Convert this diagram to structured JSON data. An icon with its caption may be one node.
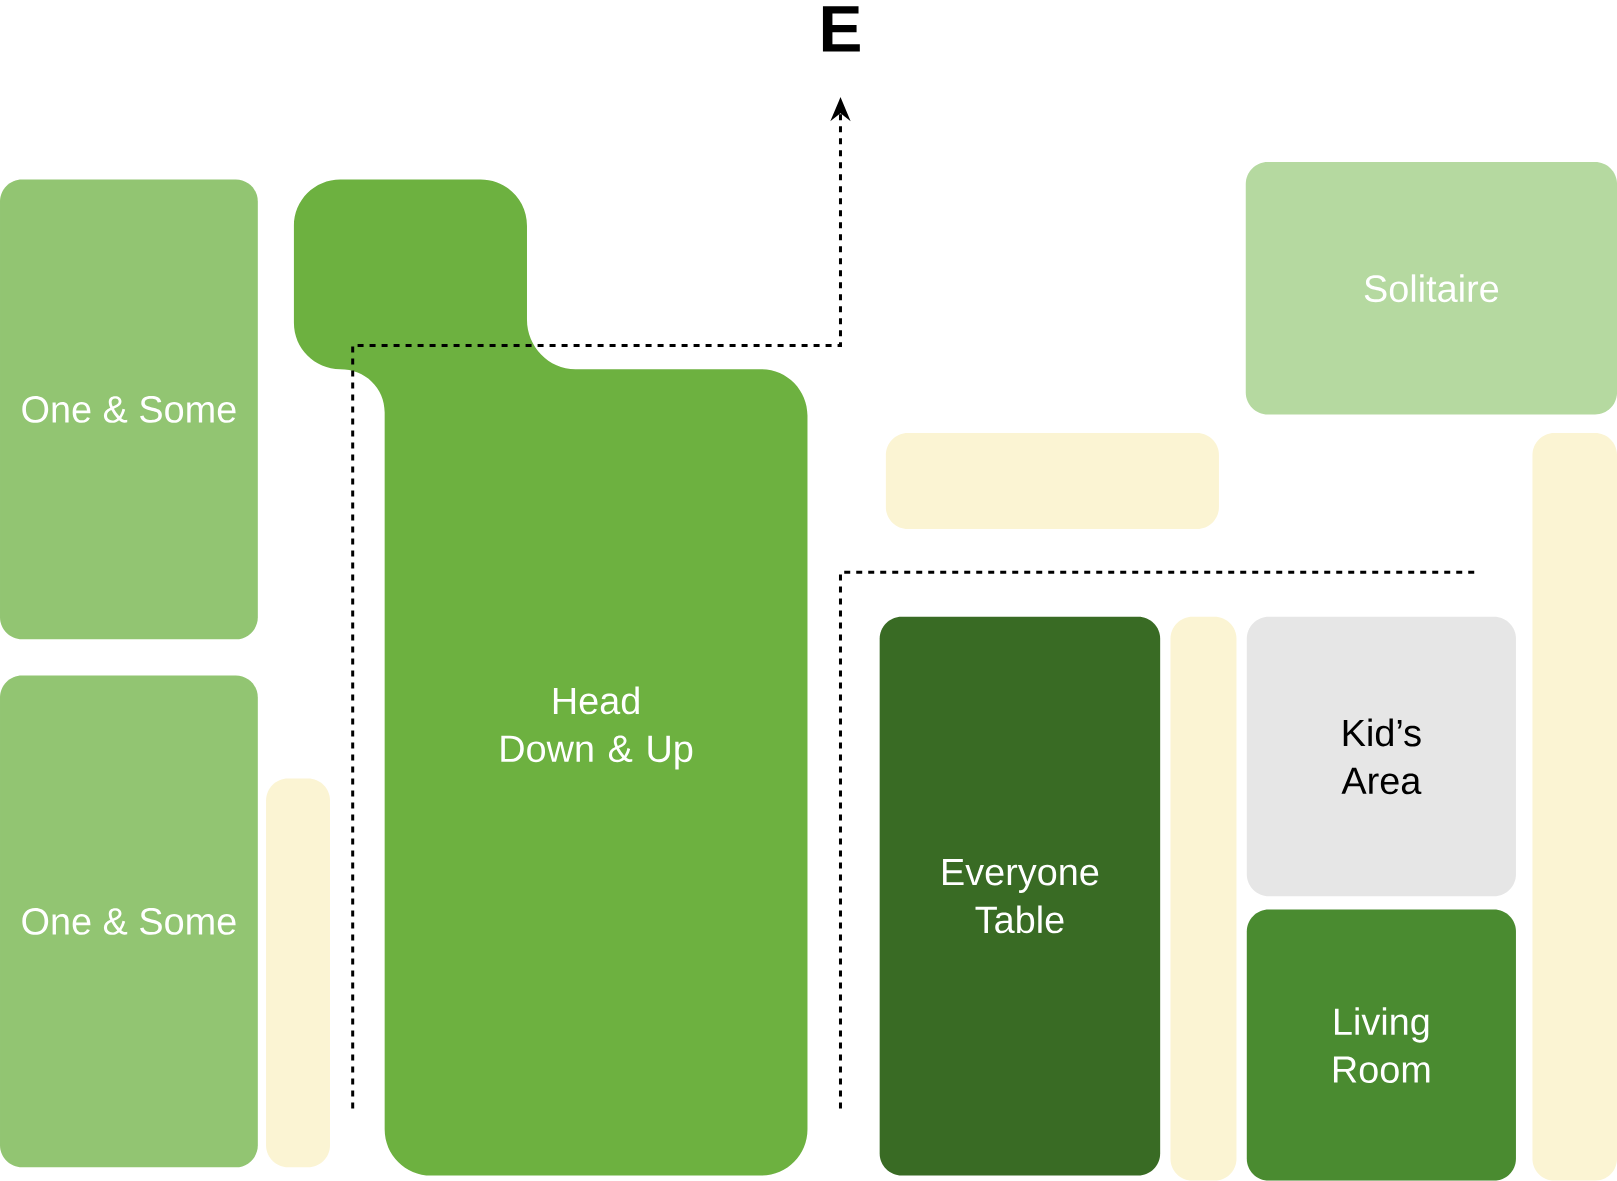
{
  "diagram": {
    "nodes": [
      {
        "text": [
          "One & Some"
        ]
      },
      {
        "text": [
          "One & Some"
        ]
      },
      {
        "text": [],
        "shape": "box"
      },
      {
        "text": [
          "Head Down & Up"
        ]
      },
      {
        "text": [
          "E"
        ]
      },
      {
        "text": [],
        "shape": "box"
      },
      {
        "text": [
          "Everyone Table"
        ]
      },
      {
        "text": [],
        "shape": "box"
      },
      {
        "text": [
          "Solitaire"
        ]
      },
      {
        "text": [
          "Kid’s Area"
        ]
      },
      {
        "text": [
          "Living Room"
        ]
      },
      {
        "text": [],
        "shape": "box"
      }
    ],
    "edges": [
      {
        "from": null,
        "to": 4,
        "arrow": "to",
        "style": "dashed"
      }
    ]
  }
}
